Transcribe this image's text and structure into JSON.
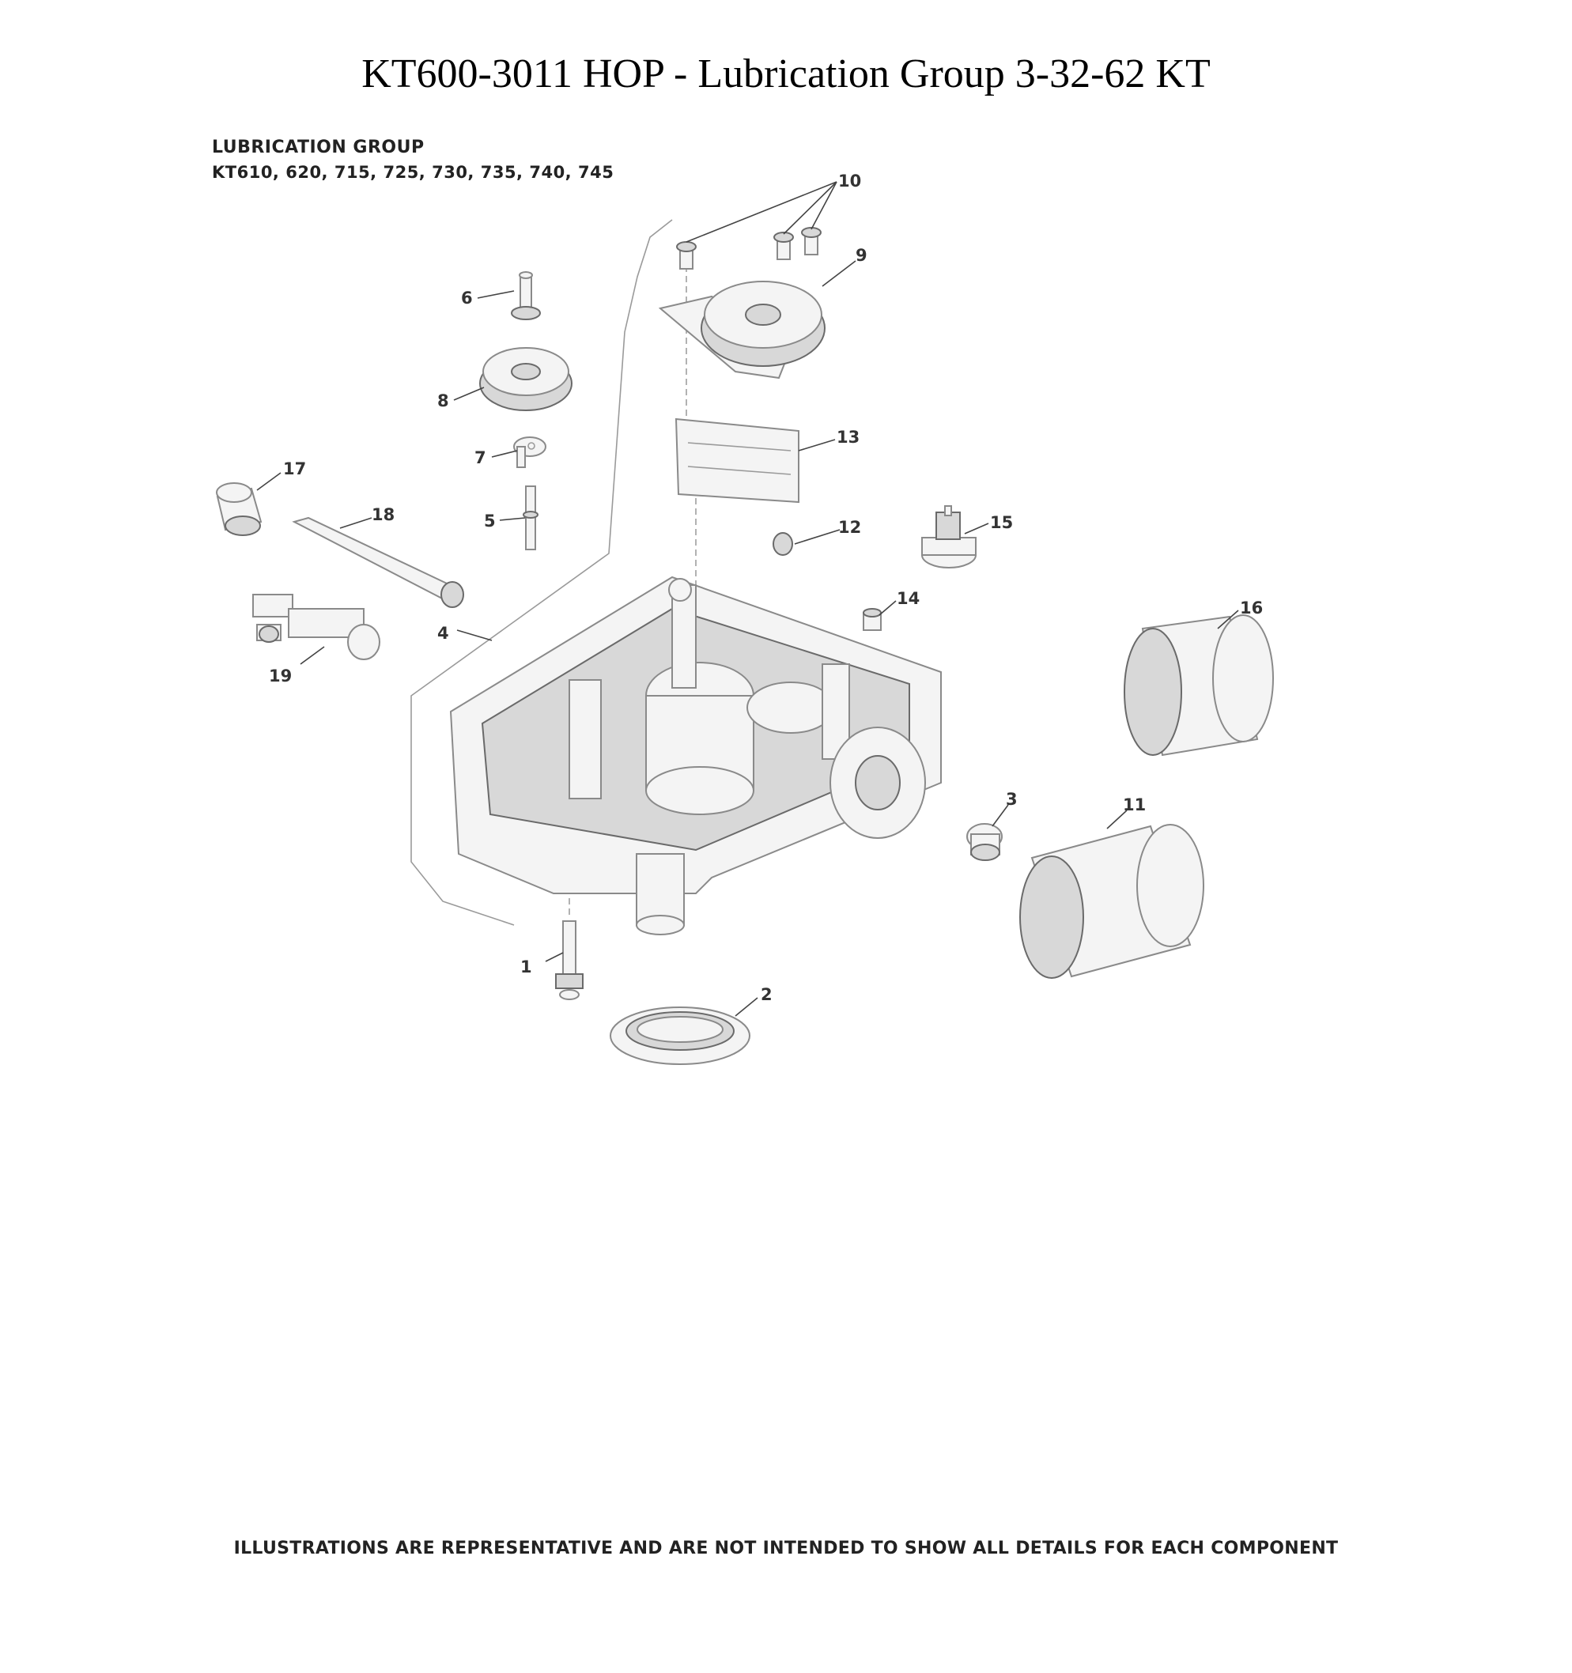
{
  "header": {
    "title": "KT600-3011 HOP - Lubrication Group 3-32-62 KT"
  },
  "diagram": {
    "group_title": "LUBRICATION GROUP",
    "models": "KT610, 620, 715, 725, 730, 735, 740, 745",
    "callouts": [
      "1",
      "2",
      "3",
      "4",
      "5",
      "6",
      "7",
      "8",
      "9",
      "10",
      "11",
      "12",
      "13",
      "14",
      "15",
      "16",
      "17",
      "18",
      "19"
    ]
  },
  "footer": {
    "note": "ILLUSTRATIONS ARE REPRESENTATIVE AND ARE NOT INTENDED TO SHOW ALL DETAILS FOR EACH COMPONENT"
  }
}
